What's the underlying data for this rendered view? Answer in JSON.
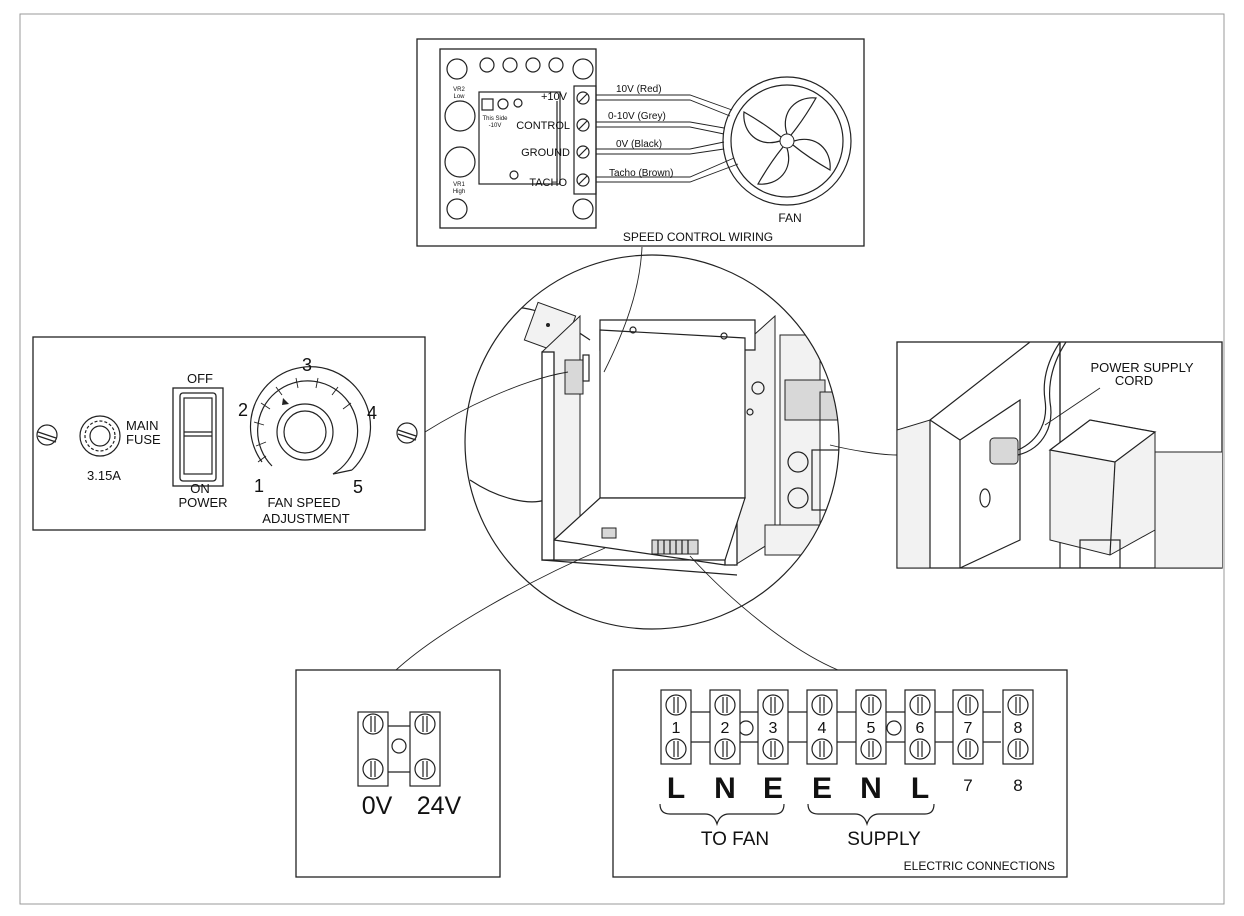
{
  "speed_wiring": {
    "caption": "SPEED CONTROL WIRING",
    "vr2": "VR2",
    "low": "Low",
    "vr1": "VR1",
    "high": "High",
    "this_side": "This Side",
    "minus10v": "-10V",
    "t_10v": "+10V",
    "t_control": "CONTROL",
    "t_ground": "GROUND",
    "t_tacho": "TACHO",
    "w_red": "10V (Red)",
    "w_grey": "0-10V (Grey)",
    "w_black": "0V (Black)",
    "w_brown": "Tacho (Brown)",
    "fan": "FAN"
  },
  "control_panel": {
    "main": "MAIN",
    "fuse": "FUSE",
    "fuse_rating": "3.15A",
    "off": "OFF",
    "on": "ON",
    "power": "POWER",
    "speeds": [
      "1",
      "2",
      "3",
      "4",
      "5"
    ],
    "fan_speed": "FAN SPEED",
    "adjustment": "ADJUSTMENT"
  },
  "power_supply": {
    "line1": "POWER SUPPLY",
    "line2": "CORD"
  },
  "low_voltage": {
    "label_0v": "0V",
    "label_24v": "24V"
  },
  "electric": {
    "caption": "ELECTRIC CONNECTIONS",
    "terminals": [
      "1",
      "2",
      "3",
      "4",
      "5",
      "6",
      "7",
      "8"
    ],
    "letters": [
      "L",
      "N",
      "E",
      "E",
      "N",
      "L",
      "7",
      "8"
    ],
    "to_fan": "TO FAN",
    "supply": "SUPPLY"
  }
}
